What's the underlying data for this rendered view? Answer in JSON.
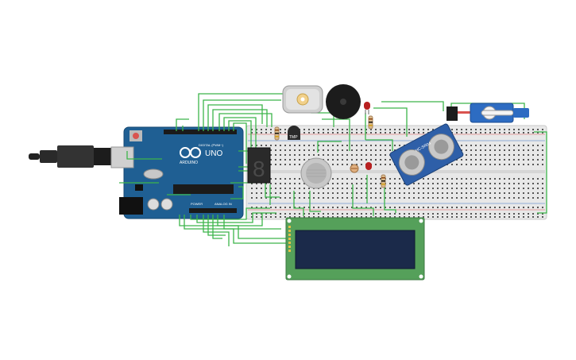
{
  "arduino": {
    "model": "UNO",
    "logo_text": "ARDUINO",
    "header_digital": "DIGITAL (PWM~)",
    "header_power": "POWER",
    "header_analog": "ANALOG IN"
  },
  "sensor": {
    "label": "HC-SR04"
  },
  "temp_sensor": {
    "label": "TMP"
  },
  "seven_segment": {
    "digit": "8"
  },
  "colors": {
    "wire": "#3cb54a",
    "arduino_board": "#1f5f93",
    "breadboard": "#e9e9e9",
    "lcd_frame": "#55a05a",
    "lcd_screen": "#1b2a4a",
    "servo": "#2d6cc2",
    "ultrasonic": "#2e5fa8"
  },
  "icons": [
    "usb-cable-icon",
    "dc-motor-icon",
    "buzzer-icon",
    "servo-icon",
    "gas-sensor-icon",
    "led-icon",
    "resistor-icon",
    "photoresistor-icon"
  ]
}
